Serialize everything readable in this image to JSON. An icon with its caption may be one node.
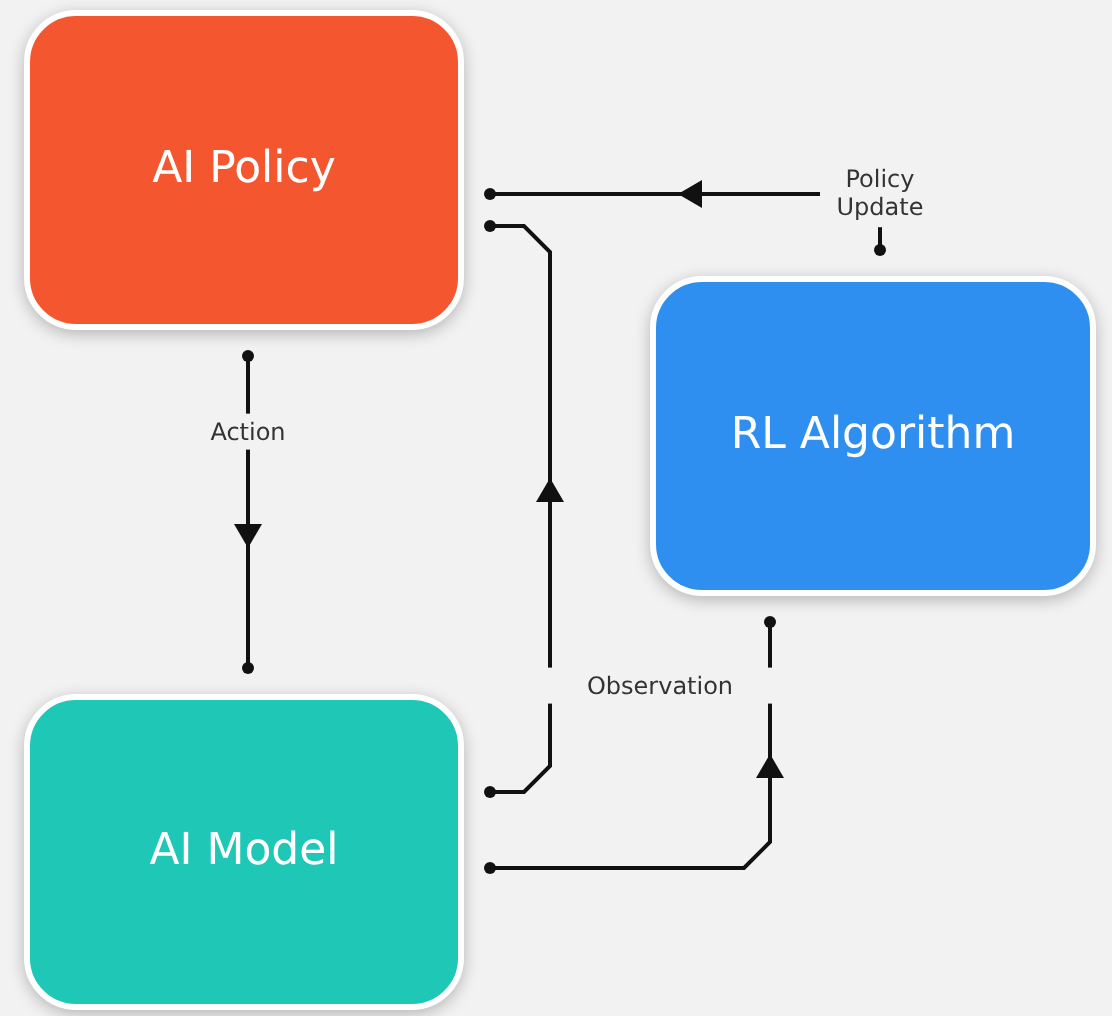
{
  "diagram": {
    "nodes": [
      {
        "text": [
          "AI Policy"
        ]
      },
      {
        "text": [
          "RL Algorithm"
        ]
      },
      {
        "text": [
          "AI Model"
        ]
      }
    ],
    "edges": [
      {
        "from": 0,
        "to": 2,
        "arrow": "to",
        "label": "Action"
      },
      {
        "from": 2,
        "to": 0,
        "arrow": "to"
      },
      {
        "from": 2,
        "to": 1,
        "arrow": "to",
        "label": "Observation"
      },
      {
        "from": 1,
        "to": 0,
        "arrow": "to",
        "label": "Policy Update"
      }
    ]
  }
}
